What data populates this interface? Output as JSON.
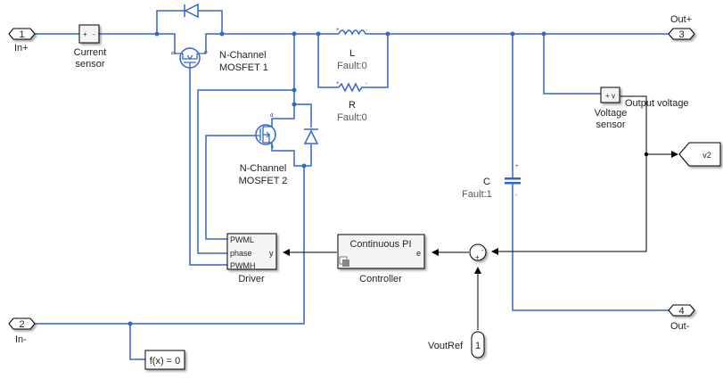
{
  "diagram": {
    "ports": {
      "in_plus": {
        "number": "1",
        "label": "In+"
      },
      "in_minus": {
        "number": "2",
        "label": "In-"
      },
      "out_plus": {
        "number": "3",
        "label": "Out+"
      },
      "out_minus": {
        "number": "4",
        "label": "Out-"
      },
      "vout_ref": {
        "number": "1",
        "label": "VoutRef"
      }
    },
    "current_sensor": {
      "label_line1": "Current",
      "label_line2": "sensor",
      "plus": "+",
      "minus": "-"
    },
    "mosfet1": {
      "label_line1": "N-Channel",
      "label_line2": "MOSFET 1",
      "pin_d": "d",
      "pin_s": "s"
    },
    "mosfet2": {
      "label_line1": "N-Channel",
      "label_line2": "MOSFET 2",
      "pin_d": "d",
      "pin_s": "s"
    },
    "inductor": {
      "label": "L",
      "fault": "Fault:0",
      "plus": "+",
      "minus": "-"
    },
    "resistor": {
      "label": "R",
      "fault": "Fault:0",
      "plus": "+",
      "minus": "-"
    },
    "capacitor": {
      "label": "C",
      "fault": "Fault:1",
      "plus": "+",
      "minus": "-"
    },
    "voltage_sensor": {
      "text": "+ v",
      "label_line1": "Voltage",
      "label_line2": "sensor",
      "signal_label": "Output voltage"
    },
    "goto_tag": {
      "text": "v2"
    },
    "driver": {
      "label": "Driver",
      "port_pwml": "PWML",
      "port_phase": "phase",
      "port_pwmh": "PWMH",
      "port_y": "y"
    },
    "controller": {
      "title": "Continuous PI",
      "label": "Controller",
      "port_e": "e"
    },
    "sum": {
      "minus": "-",
      "plus": "+"
    },
    "solver": {
      "text": "f(x) = 0"
    }
  },
  "colors": {
    "physical_line": "#3366cc",
    "signal_line": "#000000",
    "block_fill": "#f4f4f4"
  }
}
